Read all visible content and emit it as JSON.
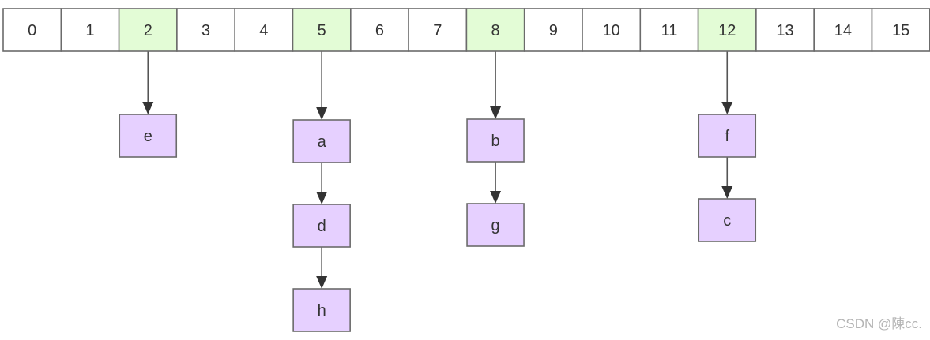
{
  "colors": {
    "slot_fill": "#ffffff",
    "slot_highlight_fill": "#e3fcd6",
    "node_fill": "#e6d0ff",
    "border": "#6b6b6b",
    "arrow": "#333333"
  },
  "array": {
    "slots": [
      "0",
      "1",
      "2",
      "3",
      "4",
      "5",
      "6",
      "7",
      "8",
      "9",
      "10",
      "11",
      "12",
      "13",
      "14",
      "15"
    ],
    "highlighted": [
      "2",
      "5",
      "8",
      "12"
    ]
  },
  "chains": [
    {
      "slot": "2",
      "nodes": [
        "e"
      ]
    },
    {
      "slot": "5",
      "nodes": [
        "a",
        "d",
        "h"
      ]
    },
    {
      "slot": "8",
      "nodes": [
        "b",
        "g"
      ]
    },
    {
      "slot": "12",
      "nodes": [
        "f",
        "c"
      ]
    }
  ],
  "watermark": "CSDN @陳cc."
}
